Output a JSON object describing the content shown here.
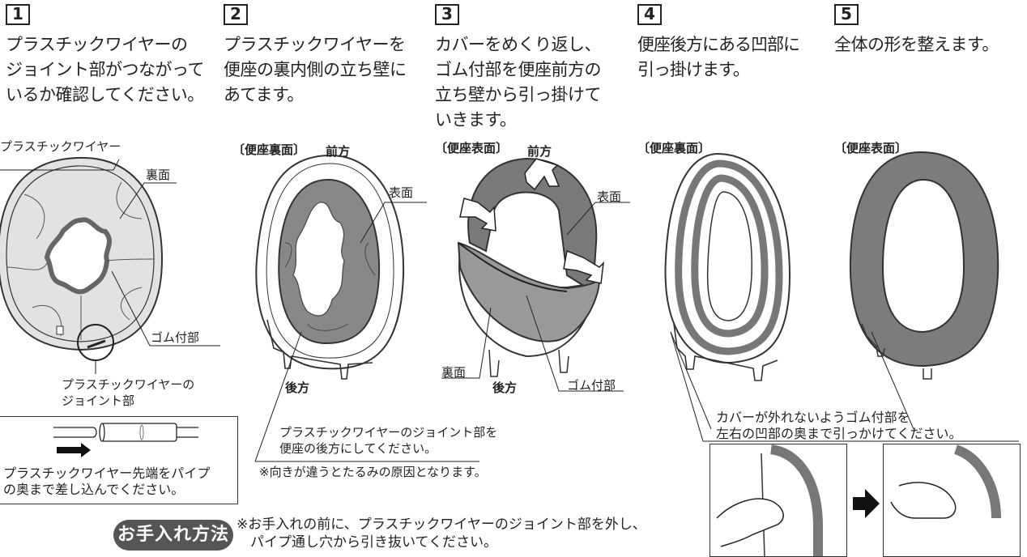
{
  "steps": [
    {
      "num": "1",
      "text": "プラスチックワイヤーの\nジョイント部がつながって\nいるか確認してください。"
    },
    {
      "num": "2",
      "text": "プラスチックワイヤーを\n便座の裏内側の立ち壁に\nあてます。"
    },
    {
      "num": "3",
      "text": "カバーをめくり返し、\nゴム付部を便座前方の\n立ち壁から引っ掛けて\nいきます。"
    },
    {
      "num": "4",
      "text": "便座後方にある凹部に\n引っ掛けます。"
    },
    {
      "num": "5",
      "text": "全体の形を整えます。"
    }
  ],
  "fig1": {
    "label_wire": "プラスチックワイヤー",
    "label_back": "裏面",
    "label_rubber": "ゴム付部",
    "label_joint": "プラスチックワイヤーの\nジョイント部",
    "instruction": "プラスチックワイヤー先端をパイプ\nの奥まで差し込んでください。"
  },
  "fig2": {
    "caption": "〔便座裏面〕",
    "label_front": "前方",
    "label_surface": "表面",
    "label_rear": "後方",
    "note": "プラスチックワイヤーのジョイント部を\n便座の後方にしてください。",
    "warning": "※向きが違うとたるみの原因となります。"
  },
  "fig3": {
    "caption": "〔便座表面〕",
    "label_front": "前方",
    "label_surface": "表面",
    "label_back": "裏面",
    "label_rear": "後方",
    "label_rubber": "ゴム付部"
  },
  "fig4": {
    "caption": "〔便座裏面〕",
    "note": "カバーが外れないようゴム付部を\n左右の凹部の奥まで引っかけてください。"
  },
  "fig5": {
    "caption": "〔便座表面〕"
  },
  "care": {
    "title": "お手入れ方法",
    "note": "※お手入れの前に、プラスチックワイヤーのジョイント部を外し、\n　パイプ通し穴から引き抜いてください。"
  }
}
